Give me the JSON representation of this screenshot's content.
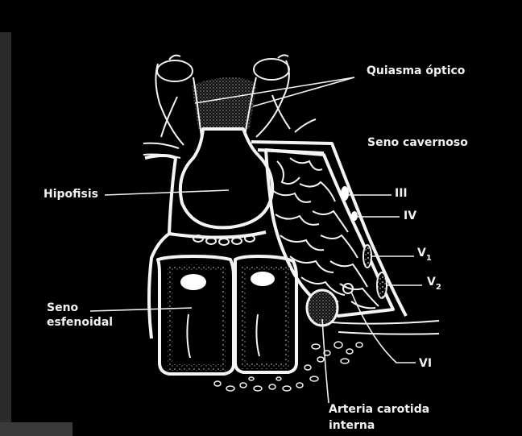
{
  "labels": {
    "quiasma": "Quiasma óptico",
    "seno_cavernoso": "Seno cavernoso",
    "hipofisis": "Hipofisis",
    "nerve_iii": "III",
    "nerve_iv": "IV",
    "nerve_v1_main": "V",
    "nerve_v1_sub": "1",
    "nerve_v2_main": "V",
    "nerve_v2_sub": "2",
    "nerve_vi": "VI",
    "seno_esfenoidal_line1": "Seno",
    "seno_esfenoidal_line2": "esfenoidal",
    "carotida_line1": "Arteria carotida",
    "carotida_line2": "interna"
  },
  "colors": {
    "background": "#000000",
    "ink": "#f2f2f2",
    "left_backdrop": "#2a2a2a",
    "bottom_strip": "#3c3c3c"
  }
}
